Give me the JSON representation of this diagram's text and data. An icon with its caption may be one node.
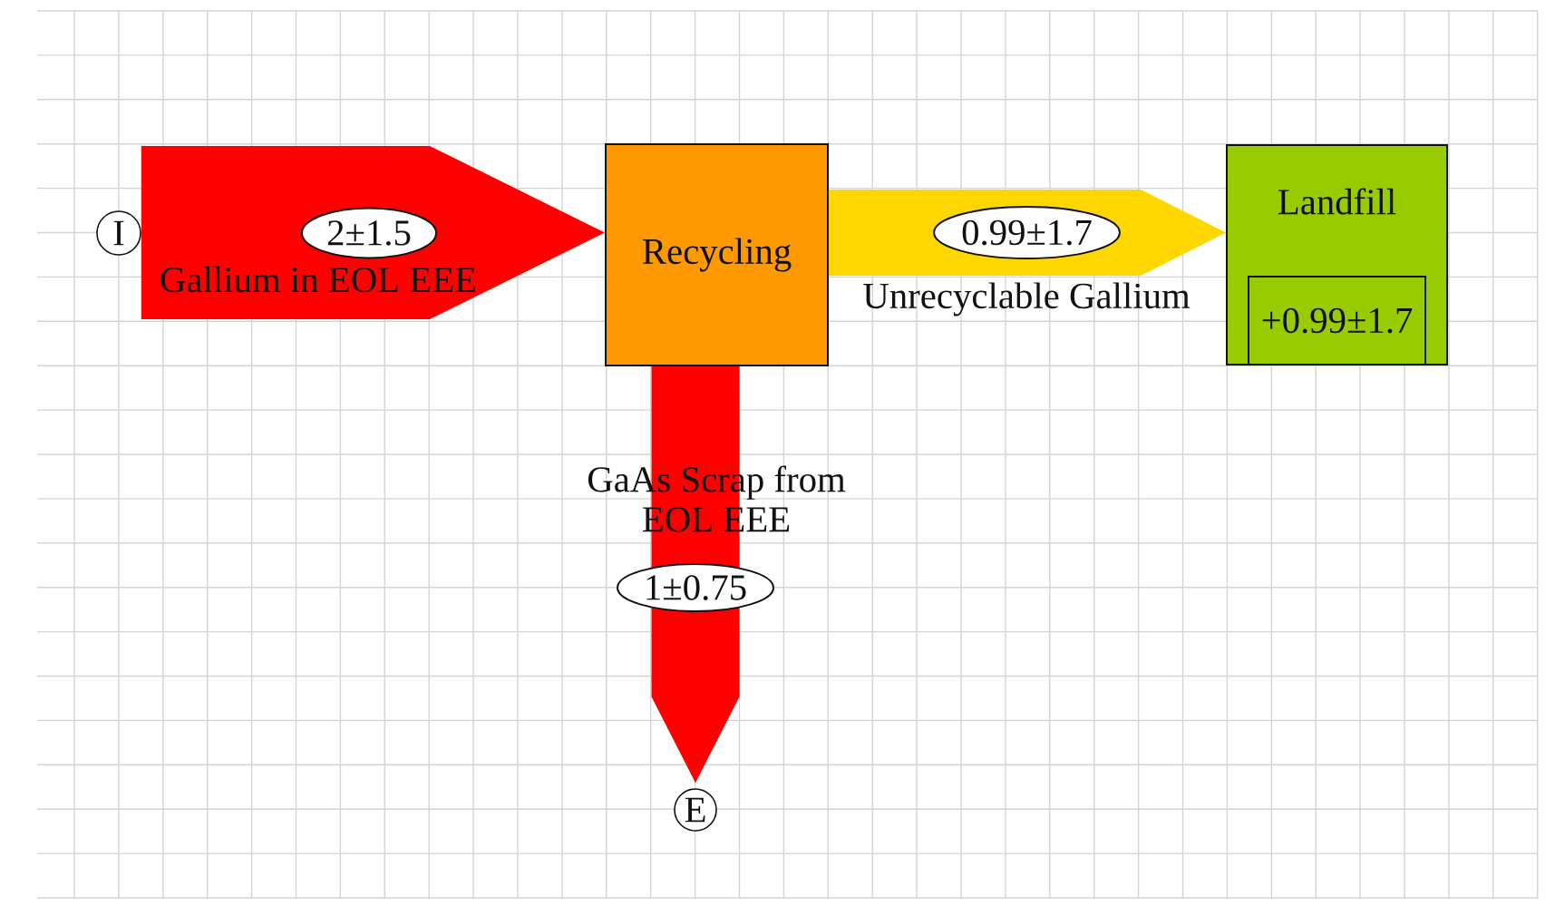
{
  "diagram": {
    "nodes": [
      {
        "text": [
          "I"
        ]
      },
      {
        "text": [
          "Recycling"
        ]
      },
      {
        "text": [
          "Landfill"
        ]
      },
      {
        "text": [
          "+0.99±1.7"
        ],
        "in": 2
      },
      {
        "text": [
          "E"
        ]
      }
    ],
    "edges": [
      {
        "from": 0,
        "to": 1,
        "arrow": "to",
        "label": "Gallium in EOL EEE"
      },
      {
        "from": 1,
        "to": 2,
        "arrow": "to",
        "label": "Unrecyclable Gallium",
        "color": "#ffd700"
      },
      {
        "from": 1,
        "to": 4,
        "arrow": "to",
        "label": "GaAs Scrap from EOL EEE"
      }
    ],
    "labels": [
      "2±1.5",
      "0.99±1.7",
      "1±0.75"
    ]
  }
}
